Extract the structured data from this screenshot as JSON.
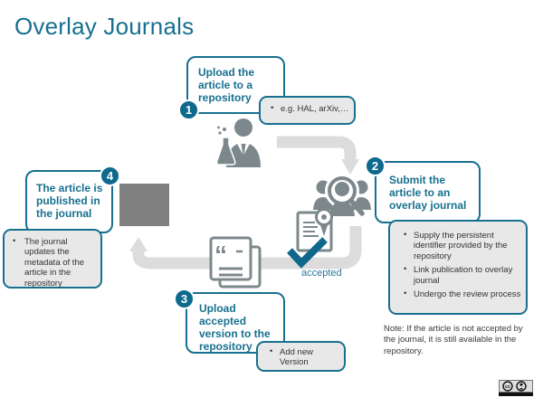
{
  "title": "Overlay Journals",
  "steps": [
    {
      "number": "1",
      "title": "Upload the article to a repository",
      "note_bullets": [
        "e.g. HAL, arXiv,…"
      ]
    },
    {
      "number": "2",
      "title": "Submit the article to an overlay journal",
      "note_bullets": [
        "Supply the persistent identifier provided by the repository",
        "Link publication to overlay journal",
        "Undergo the review process"
      ]
    },
    {
      "number": "3",
      "title": "Upload accepted version to the repository",
      "note_bullets": [
        "Add new Version"
      ]
    },
    {
      "number": "4",
      "title": "The article is published in the journal",
      "note_bullets": [
        "The journal updates the metadata of the article in the repository"
      ]
    }
  ],
  "labels": {
    "accepted": "accepted",
    "footnote": "Note: If the article is not accepted by the journal, it is still available in the repository."
  },
  "icons": {
    "scientist": "researcher-with-flask",
    "peer_review": "people-with-magnifier",
    "certificate": "accepted-document-with-seal-and-checkmark",
    "article_pages": "stacked-pages-with-quotes",
    "journal_square": "journal-placeholder-square",
    "quote_glyph": "“",
    "cc_text": "cc",
    "cc_license": "creative-commons-by-badge"
  },
  "colors": {
    "teal": "#17708F",
    "badge_fill": "#0E6A8D",
    "icon_grey": "#7C888B",
    "arrow_grey": "#DCDCDC",
    "note_fill": "#E8E8E8",
    "journal_square": "#808080"
  }
}
